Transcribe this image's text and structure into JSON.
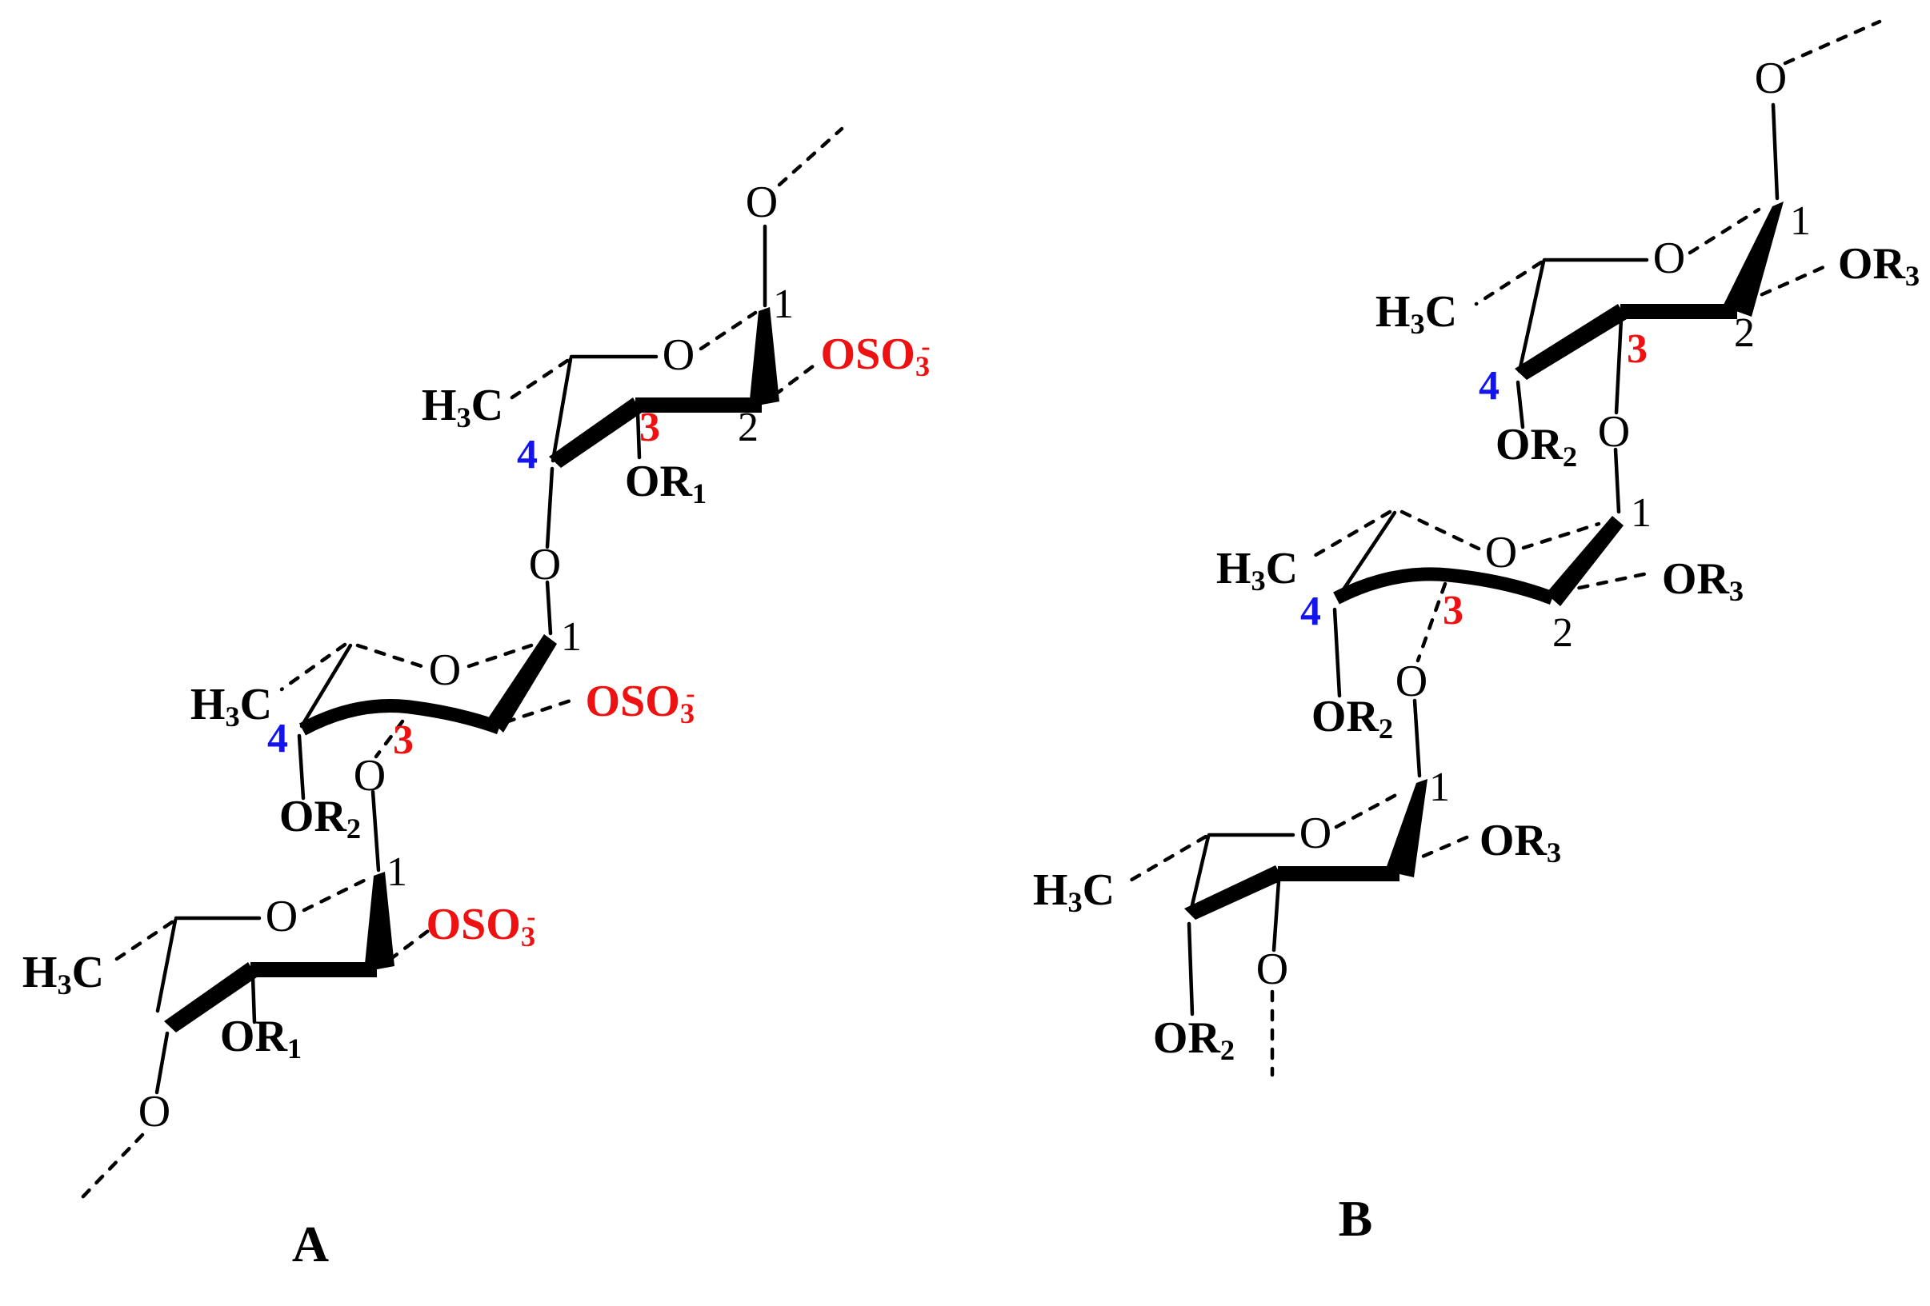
{
  "colors": {
    "black": "#000000",
    "red": "#ee1111",
    "blue": "#1414ee",
    "background": "#ffffff"
  },
  "panels": [
    {
      "id": "A",
      "caption": "A",
      "units": [
        {
          "id": "a1",
          "name": "top sugar unit",
          "labels": [
            {
              "id": "a1-chain-oxygen",
              "role": "oxygen",
              "color": "black",
              "parts": [
                [
                  "O"
                ]
              ]
            },
            {
              "id": "a1-c1-number",
              "role": "number",
              "color": "black",
              "parts": [
                [
                  "1"
                ]
              ]
            },
            {
              "id": "a1-ring-oxygen",
              "role": "oxygen",
              "color": "black",
              "parts": [
                [
                  "O"
                ]
              ]
            },
            {
              "id": "a1-c2-sulfate",
              "role": "substituent",
              "color": "red",
              "parts": [
                [
                  "OSO"
                ],
                [
                  "3",
                  "sub"
                ],
                [
                  "-",
                  "sup"
                ]
              ]
            },
            {
              "id": "a1-c2-number",
              "role": "number",
              "color": "black",
              "parts": [
                [
                  "2"
                ]
              ]
            },
            {
              "id": "a1-c3-number",
              "role": "number-bold",
              "color": "red",
              "parts": [
                [
                  "3"
                ]
              ]
            },
            {
              "id": "a1-c3-or1",
              "role": "substituent",
              "color": "black",
              "parts": [
                [
                  "OR"
                ],
                [
                  "1",
                  "sub"
                ]
              ]
            },
            {
              "id": "a1-c4-number",
              "role": "number-bold",
              "color": "blue",
              "parts": [
                [
                  "4"
                ]
              ]
            },
            {
              "id": "a1-methyl",
              "role": "substituent",
              "color": "black",
              "parts": [
                [
                  "H"
                ],
                [
                  "3",
                  "sub"
                ],
                [
                  "C"
                ]
              ]
            },
            {
              "id": "a1-glycosidic-oxygen",
              "role": "oxygen",
              "color": "black",
              "parts": [
                [
                  "O"
                ]
              ]
            }
          ]
        },
        {
          "id": "a2",
          "name": "middle sugar unit",
          "labels": [
            {
              "id": "a2-c1-number",
              "role": "number",
              "color": "black",
              "parts": [
                [
                  "1"
                ]
              ]
            },
            {
              "id": "a2-ring-oxygen",
              "role": "oxygen",
              "color": "black",
              "parts": [
                [
                  "O"
                ]
              ]
            },
            {
              "id": "a2-c2-sulfate",
              "role": "substituent",
              "color": "red",
              "parts": [
                [
                  "OSO"
                ],
                [
                  "3",
                  "sub"
                ],
                [
                  "-",
                  "sup"
                ]
              ]
            },
            {
              "id": "a2-c3-number",
              "role": "number-bold",
              "color": "red",
              "parts": [
                [
                  "3"
                ]
              ]
            },
            {
              "id": "a2-c4-number",
              "role": "number-bold",
              "color": "blue",
              "parts": [
                [
                  "4"
                ]
              ]
            },
            {
              "id": "a2-c4-or2",
              "role": "substituent",
              "color": "black",
              "parts": [
                [
                  "OR"
                ],
                [
                  "2",
                  "sub"
                ]
              ]
            },
            {
              "id": "a2-methyl",
              "role": "substituent",
              "color": "black",
              "parts": [
                [
                  "H"
                ],
                [
                  "3",
                  "sub"
                ],
                [
                  "C"
                ]
              ]
            },
            {
              "id": "a2-glycosidic-oxygen",
              "role": "oxygen",
              "color": "black",
              "parts": [
                [
                  "O"
                ]
              ]
            }
          ]
        },
        {
          "id": "a3",
          "name": "bottom sugar unit",
          "labels": [
            {
              "id": "a3-c1-number",
              "role": "number",
              "color": "black",
              "parts": [
                [
                  "1"
                ]
              ]
            },
            {
              "id": "a3-ring-oxygen",
              "role": "oxygen",
              "color": "black",
              "parts": [
                [
                  "O"
                ]
              ]
            },
            {
              "id": "a3-c2-sulfate",
              "role": "substituent",
              "color": "red",
              "parts": [
                [
                  "OSO"
                ],
                [
                  "3",
                  "sub"
                ],
                [
                  "-",
                  "sup"
                ]
              ]
            },
            {
              "id": "a3-c3-or1",
              "role": "substituent",
              "color": "black",
              "parts": [
                [
                  "OR"
                ],
                [
                  "1",
                  "sub"
                ]
              ]
            },
            {
              "id": "a3-methyl",
              "role": "substituent",
              "color": "black",
              "parts": [
                [
                  "H"
                ],
                [
                  "3",
                  "sub"
                ],
                [
                  "C"
                ]
              ]
            },
            {
              "id": "a3-terminal-oxygen",
              "role": "oxygen",
              "color": "black",
              "parts": [
                [
                  "O"
                ]
              ]
            }
          ]
        }
      ]
    },
    {
      "id": "B",
      "caption": "B",
      "units": [
        {
          "id": "b1",
          "name": "top sugar unit",
          "labels": [
            {
              "id": "b1-chain-oxygen",
              "role": "oxygen",
              "color": "black",
              "parts": [
                [
                  "O"
                ]
              ]
            },
            {
              "id": "b1-c1-number",
              "role": "number",
              "color": "black",
              "parts": [
                [
                  "1"
                ]
              ]
            },
            {
              "id": "b1-ring-oxygen",
              "role": "oxygen",
              "color": "black",
              "parts": [
                [
                  "O"
                ]
              ]
            },
            {
              "id": "b1-c2-or3",
              "role": "substituent",
              "color": "black",
              "parts": [
                [
                  "OR"
                ],
                [
                  "3",
                  "sub"
                ]
              ]
            },
            {
              "id": "b1-c2-number",
              "role": "number",
              "color": "black",
              "parts": [
                [
                  "2"
                ]
              ]
            },
            {
              "id": "b1-c3-number",
              "role": "number-bold",
              "color": "red",
              "parts": [
                [
                  "3"
                ]
              ]
            },
            {
              "id": "b1-c4-number",
              "role": "number-bold",
              "color": "blue",
              "parts": [
                [
                  "4"
                ]
              ]
            },
            {
              "id": "b1-c4-or2",
              "role": "substituent",
              "color": "black",
              "parts": [
                [
                  "OR"
                ],
                [
                  "2",
                  "sub"
                ]
              ]
            },
            {
              "id": "b1-methyl",
              "role": "substituent",
              "color": "black",
              "parts": [
                [
                  "H"
                ],
                [
                  "3",
                  "sub"
                ],
                [
                  "C"
                ]
              ]
            },
            {
              "id": "b1-glycosidic-oxygen",
              "role": "oxygen",
              "color": "black",
              "parts": [
                [
                  "O"
                ]
              ]
            }
          ]
        },
        {
          "id": "b2",
          "name": "middle sugar unit",
          "labels": [
            {
              "id": "b2-c1-number",
              "role": "number",
              "color": "black",
              "parts": [
                [
                  "1"
                ]
              ]
            },
            {
              "id": "b2-ring-oxygen",
              "role": "oxygen",
              "color": "black",
              "parts": [
                [
                  "O"
                ]
              ]
            },
            {
              "id": "b2-c2-or3",
              "role": "substituent",
              "color": "black",
              "parts": [
                [
                  "OR"
                ],
                [
                  "3",
                  "sub"
                ]
              ]
            },
            {
              "id": "b2-c2-number",
              "role": "number",
              "color": "black",
              "parts": [
                [
                  "2"
                ]
              ]
            },
            {
              "id": "b2-c3-number",
              "role": "number-bold",
              "color": "red",
              "parts": [
                [
                  "3"
                ]
              ]
            },
            {
              "id": "b2-c4-number",
              "role": "number-bold",
              "color": "blue",
              "parts": [
                [
                  "4"
                ]
              ]
            },
            {
              "id": "b2-c4-or2",
              "role": "substituent",
              "color": "black",
              "parts": [
                [
                  "OR"
                ],
                [
                  "2",
                  "sub"
                ]
              ]
            },
            {
              "id": "b2-methyl",
              "role": "substituent",
              "color": "black",
              "parts": [
                [
                  "H"
                ],
                [
                  "3",
                  "sub"
                ],
                [
                  "C"
                ]
              ]
            },
            {
              "id": "b2-glycosidic-oxygen",
              "role": "oxygen",
              "color": "black",
              "parts": [
                [
                  "O"
                ]
              ]
            }
          ]
        },
        {
          "id": "b3",
          "name": "bottom sugar unit",
          "labels": [
            {
              "id": "b3-c1-number",
              "role": "number",
              "color": "black",
              "parts": [
                [
                  "1"
                ]
              ]
            },
            {
              "id": "b3-ring-oxygen",
              "role": "oxygen",
              "color": "black",
              "parts": [
                [
                  "O"
                ]
              ]
            },
            {
              "id": "b3-c2-or3",
              "role": "substituent",
              "color": "black",
              "parts": [
                [
                  "OR"
                ],
                [
                  "3",
                  "sub"
                ]
              ]
            },
            {
              "id": "b3-c4-or2",
              "role": "substituent",
              "color": "black",
              "parts": [
                [
                  "OR"
                ],
                [
                  "2",
                  "sub"
                ]
              ]
            },
            {
              "id": "b3-methyl",
              "role": "substituent",
              "color": "black",
              "parts": [
                [
                  "H"
                ],
                [
                  "3",
                  "sub"
                ],
                [
                  "C"
                ]
              ]
            },
            {
              "id": "b3-terminal-oxygen",
              "role": "oxygen",
              "color": "black",
              "parts": [
                [
                  "O"
                ]
              ]
            }
          ]
        }
      ]
    }
  ]
}
